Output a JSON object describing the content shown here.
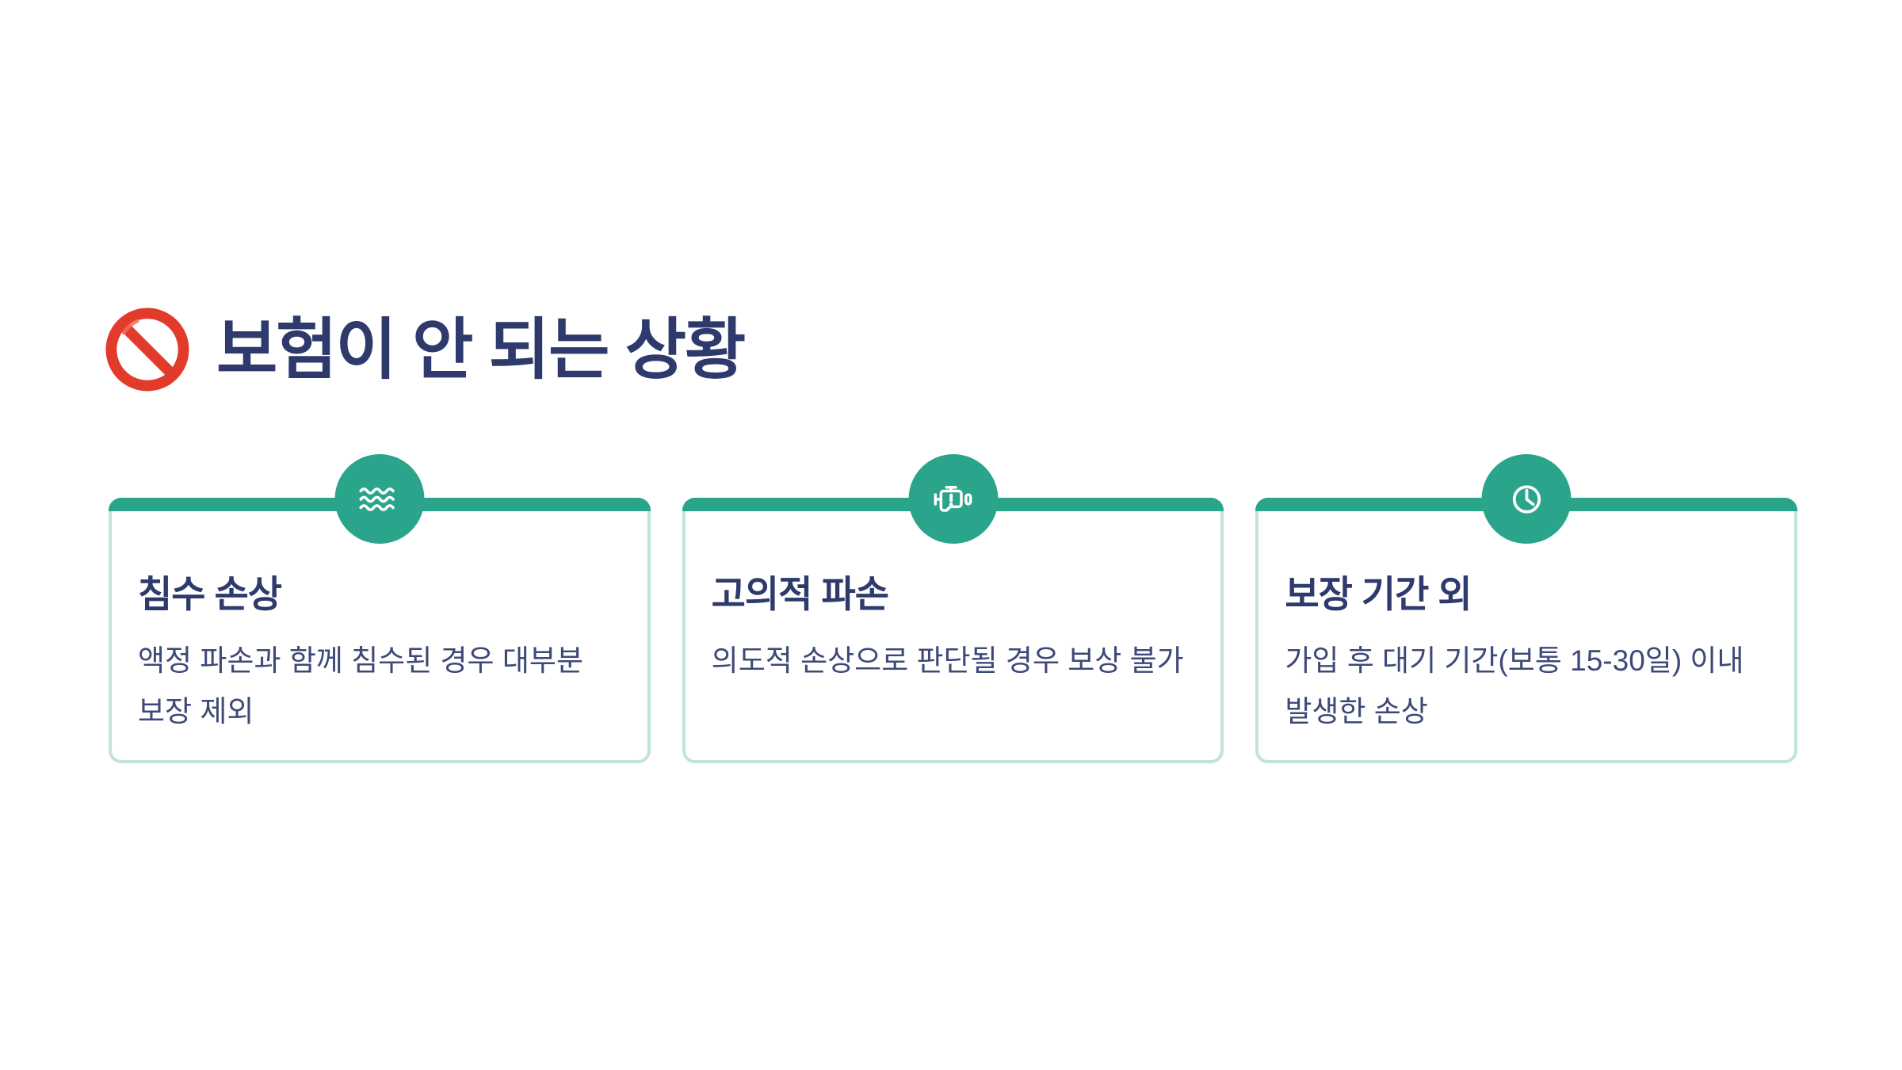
{
  "page": {
    "background": "#ffffff"
  },
  "colors": {
    "teal": "#2aa58b",
    "card_border": "#c2e3d7",
    "heading_navy": "#2e3a6b",
    "body_navy": "#3d4977",
    "prohibition_red": "#e23b2c",
    "icon_white": "#ffffff"
  },
  "header": {
    "icon": "no-entry-icon",
    "title": "보험이 안 되는 상황"
  },
  "cards": [
    {
      "icon": "waves-icon",
      "title": "침수 손상",
      "description": "액정 파손과 함께 침수된 경우 대부분 보장 제외"
    },
    {
      "icon": "engine-warning-icon",
      "title": "고의적 파손",
      "description": "의도적 손상으로 판단될 경우 보상 불가"
    },
    {
      "icon": "clock-icon",
      "title": "보장 기간 외",
      "description": "가입 후 대기 기간(보통 15-30일) 이내 발생한 손상"
    }
  ]
}
